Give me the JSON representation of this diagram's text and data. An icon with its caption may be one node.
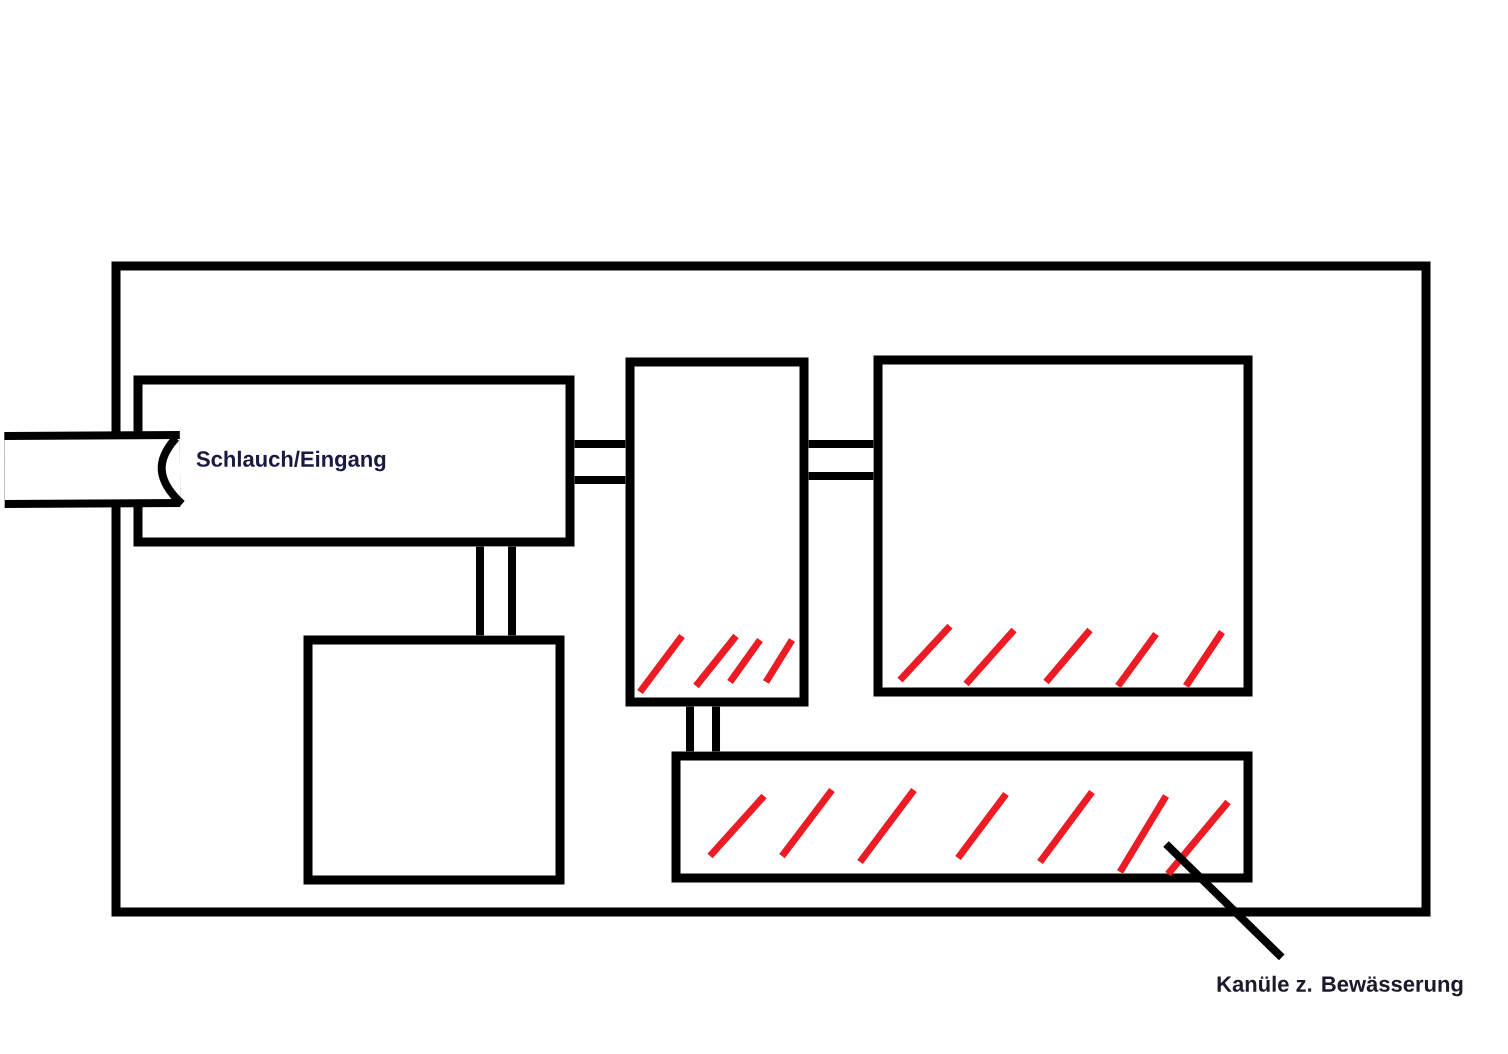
{
  "diagram": {
    "nodes": [
      {
        "text": [],
        "shape": "box"
      },
      {
        "text": [
          "Schlauch/Eingang"
        ],
        "in": 0
      },
      {
        "text": [],
        "shape": "box",
        "in": 0
      },
      {
        "text": [],
        "shape": "box",
        "in": 0
      },
      {
        "text": [],
        "shape": "box",
        "in": 0
      },
      {
        "text": [],
        "shape": "box",
        "in": 0
      },
      {
        "text": [
          "Kanüle z. Bewässerung"
        ]
      }
    ],
    "edges": [
      {
        "from": null,
        "to": 1,
        "arrow": "none",
        "style": "thick"
      },
      {
        "from": 1,
        "to": 3,
        "arrow": "none"
      },
      {
        "from": 1,
        "to": 2,
        "arrow": "none"
      },
      {
        "from": 3,
        "to": 4,
        "arrow": "none"
      },
      {
        "from": 3,
        "to": 5,
        "arrow": "none"
      },
      {
        "from": 6,
        "to": 5,
        "arrow": "none"
      }
    ]
  }
}
